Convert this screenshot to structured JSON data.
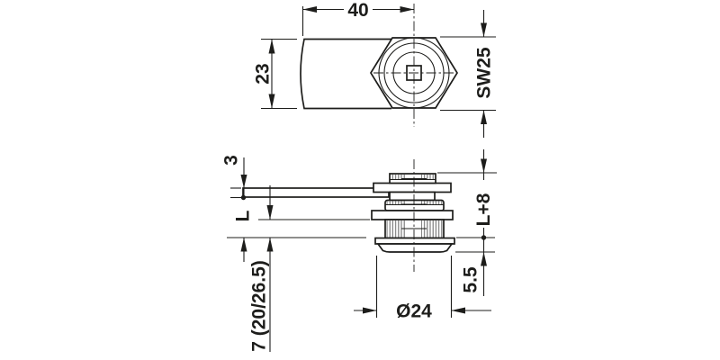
{
  "drawing": {
    "type": "technical-drawing",
    "views": {
      "top": {
        "dimensions": {
          "length": "40",
          "diameter": "23",
          "wrench_size": "SW25"
        }
      },
      "side": {
        "dimensions": {
          "cam_thickness": "3",
          "grip": "L",
          "length_total": "L+8",
          "cam_position": "7 (20/26.5)",
          "head_height": "5.5",
          "bore": "Ø24"
        }
      }
    },
    "colors": {
      "line": "#1d1d1b",
      "hatch": "#7d7d7d",
      "background": "#ffffff"
    }
  }
}
